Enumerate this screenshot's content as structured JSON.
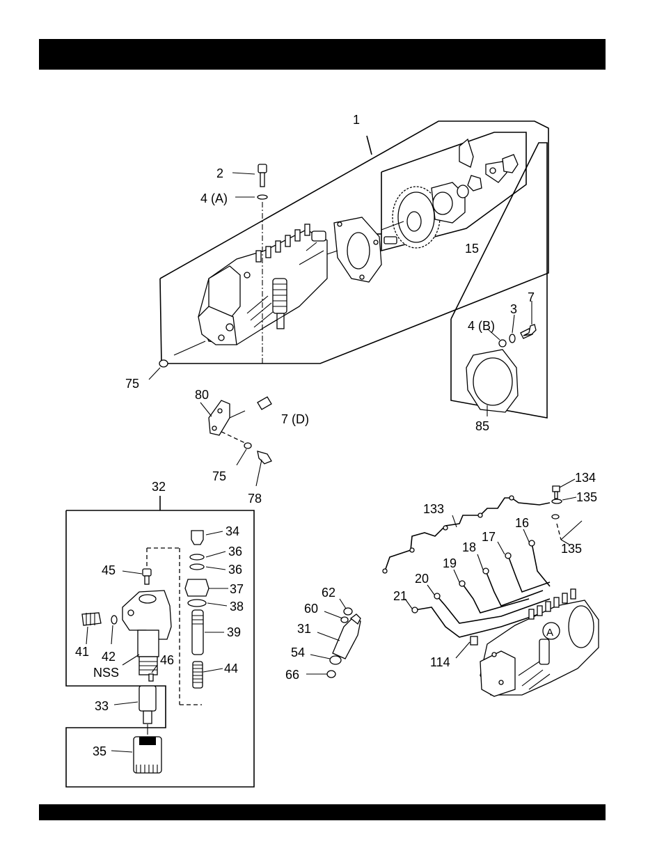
{
  "labels": {
    "l1": "1",
    "l2": "2",
    "l4a": "4 (A)",
    "l15": "15",
    "l3": "3",
    "l7": "7",
    "l4b": "4 (B)",
    "l75a": "75",
    "l80": "80",
    "l7d": "7 (D)",
    "l85": "85",
    "l75b": "75",
    "l78": "78",
    "l32": "32",
    "l34": "34",
    "l36a": "36",
    "l36b": "36",
    "l45": "45",
    "l37": "37",
    "l38": "38",
    "l39": "39",
    "l41": "41",
    "l42": "42",
    "lnss": "NSS",
    "l46": "46",
    "l44": "44",
    "l33": "33",
    "l35": "35",
    "l62": "62",
    "l60": "60",
    "l31": "31",
    "l54": "54",
    "l66": "66",
    "l134": "134",
    "l135a": "135",
    "l133": "133",
    "l16": "16",
    "l17": "17",
    "l18": "18",
    "l19": "19",
    "l20": "20",
    "l21": "21",
    "l135b": "135",
    "l114": "114",
    "lA": "A"
  }
}
